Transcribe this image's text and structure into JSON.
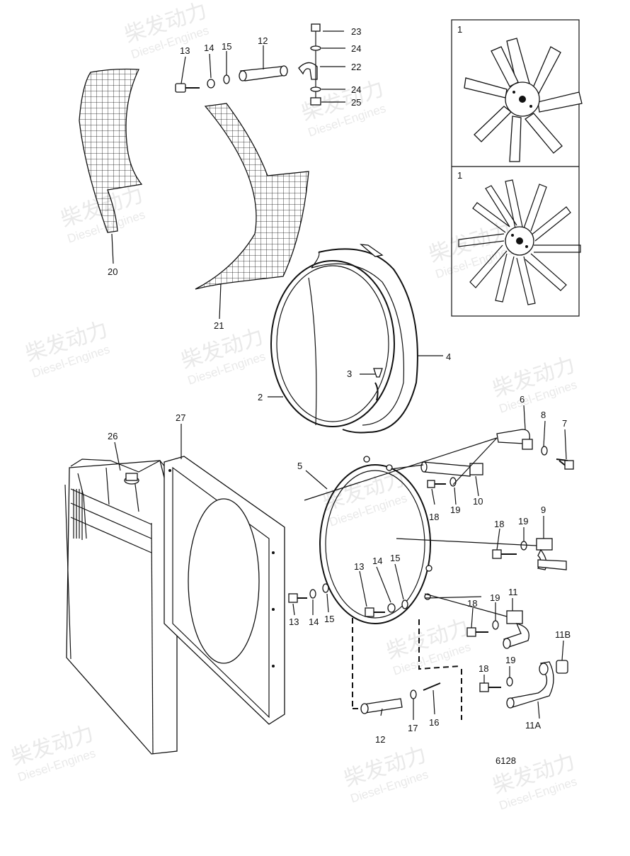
{
  "drawing_number": "6128",
  "watermark": {
    "brand_cn": "柴发动力",
    "brand_en": "Diesel-Engines"
  },
  "labels": {
    "l1a": "1",
    "l1b": "1",
    "l2": "2",
    "l3": "3",
    "l4": "4",
    "l5": "5",
    "l6": "6",
    "l7": "7",
    "l8": "8",
    "l9": "9",
    "l10": "10",
    "l11": "11",
    "l11a": "11A",
    "l11b": "11B",
    "l12a": "12",
    "l12b": "12",
    "l13a": "13",
    "l13b": "13",
    "l13c": "13",
    "l14a": "14",
    "l14b": "14",
    "l14c": "14",
    "l15a": "15",
    "l15b": "15",
    "l15c": "15",
    "l16": "16",
    "l17": "17",
    "l18a": "18",
    "l18b": "18",
    "l18c": "18",
    "l18d": "18",
    "l19a": "19",
    "l19b": "19",
    "l19c": "19",
    "l19d": "19",
    "l20": "20",
    "l21": "21",
    "l22": "22",
    "l23": "23",
    "l24a": "24",
    "l24b": "24",
    "l25": "25",
    "l26": "26",
    "l27": "27"
  }
}
